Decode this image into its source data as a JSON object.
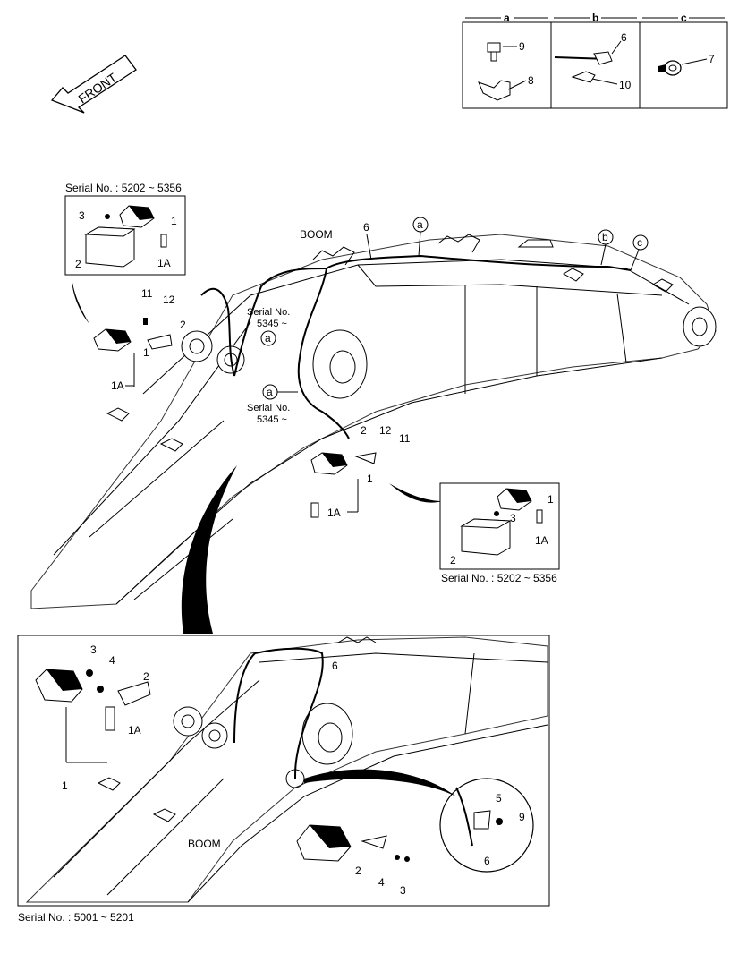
{
  "front_arrow": {
    "label": "FRONT"
  },
  "legend": {
    "columns": [
      {
        "letter": "a",
        "parts": [
          "9",
          "8"
        ]
      },
      {
        "letter": "b",
        "parts": [
          "6",
          "10"
        ]
      },
      {
        "letter": "c",
        "parts": [
          "7"
        ]
      }
    ]
  },
  "main": {
    "boom_label": "BOOM",
    "serial_note_1": "Serial No.",
    "serial_note_1b": "5345 ~",
    "serial_note_2": "Serial No.",
    "serial_note_2b": "5345 ~",
    "callouts": {
      "c6": "6",
      "ca1": "a",
      "cb": "b",
      "cc": "c",
      "ca2": "a",
      "ca3": "a",
      "c11a": "11",
      "c12a": "12",
      "c2a": "2",
      "c1a": "1",
      "c1Aa": "1A",
      "c2b": "2",
      "c12b": "12",
      "c11b": "11",
      "c1b": "1",
      "c1Ab": "1A"
    }
  },
  "detail_left": {
    "serial": "Serial No. : 5202 ~ 5356",
    "callouts": {
      "p3": "3",
      "p1": "1",
      "p2": "2",
      "p1A": "1A"
    }
  },
  "detail_right": {
    "serial": "Serial No. : 5202 ~ 5356",
    "callouts": {
      "p1": "1",
      "p3": "3",
      "p1A": "1A",
      "p2": "2"
    }
  },
  "bottom_panel": {
    "serial": "Serial No. : 5001 ~ 5201",
    "boom_label": "BOOM",
    "callouts": {
      "p3a": "3",
      "p4a": "4",
      "p2a": "2",
      "p1A": "1A",
      "p1": "1",
      "p6": "6",
      "p5": "5",
      "p9": "9",
      "p6b": "6",
      "p2b": "2",
      "p4b": "4",
      "p3b": "3"
    }
  }
}
